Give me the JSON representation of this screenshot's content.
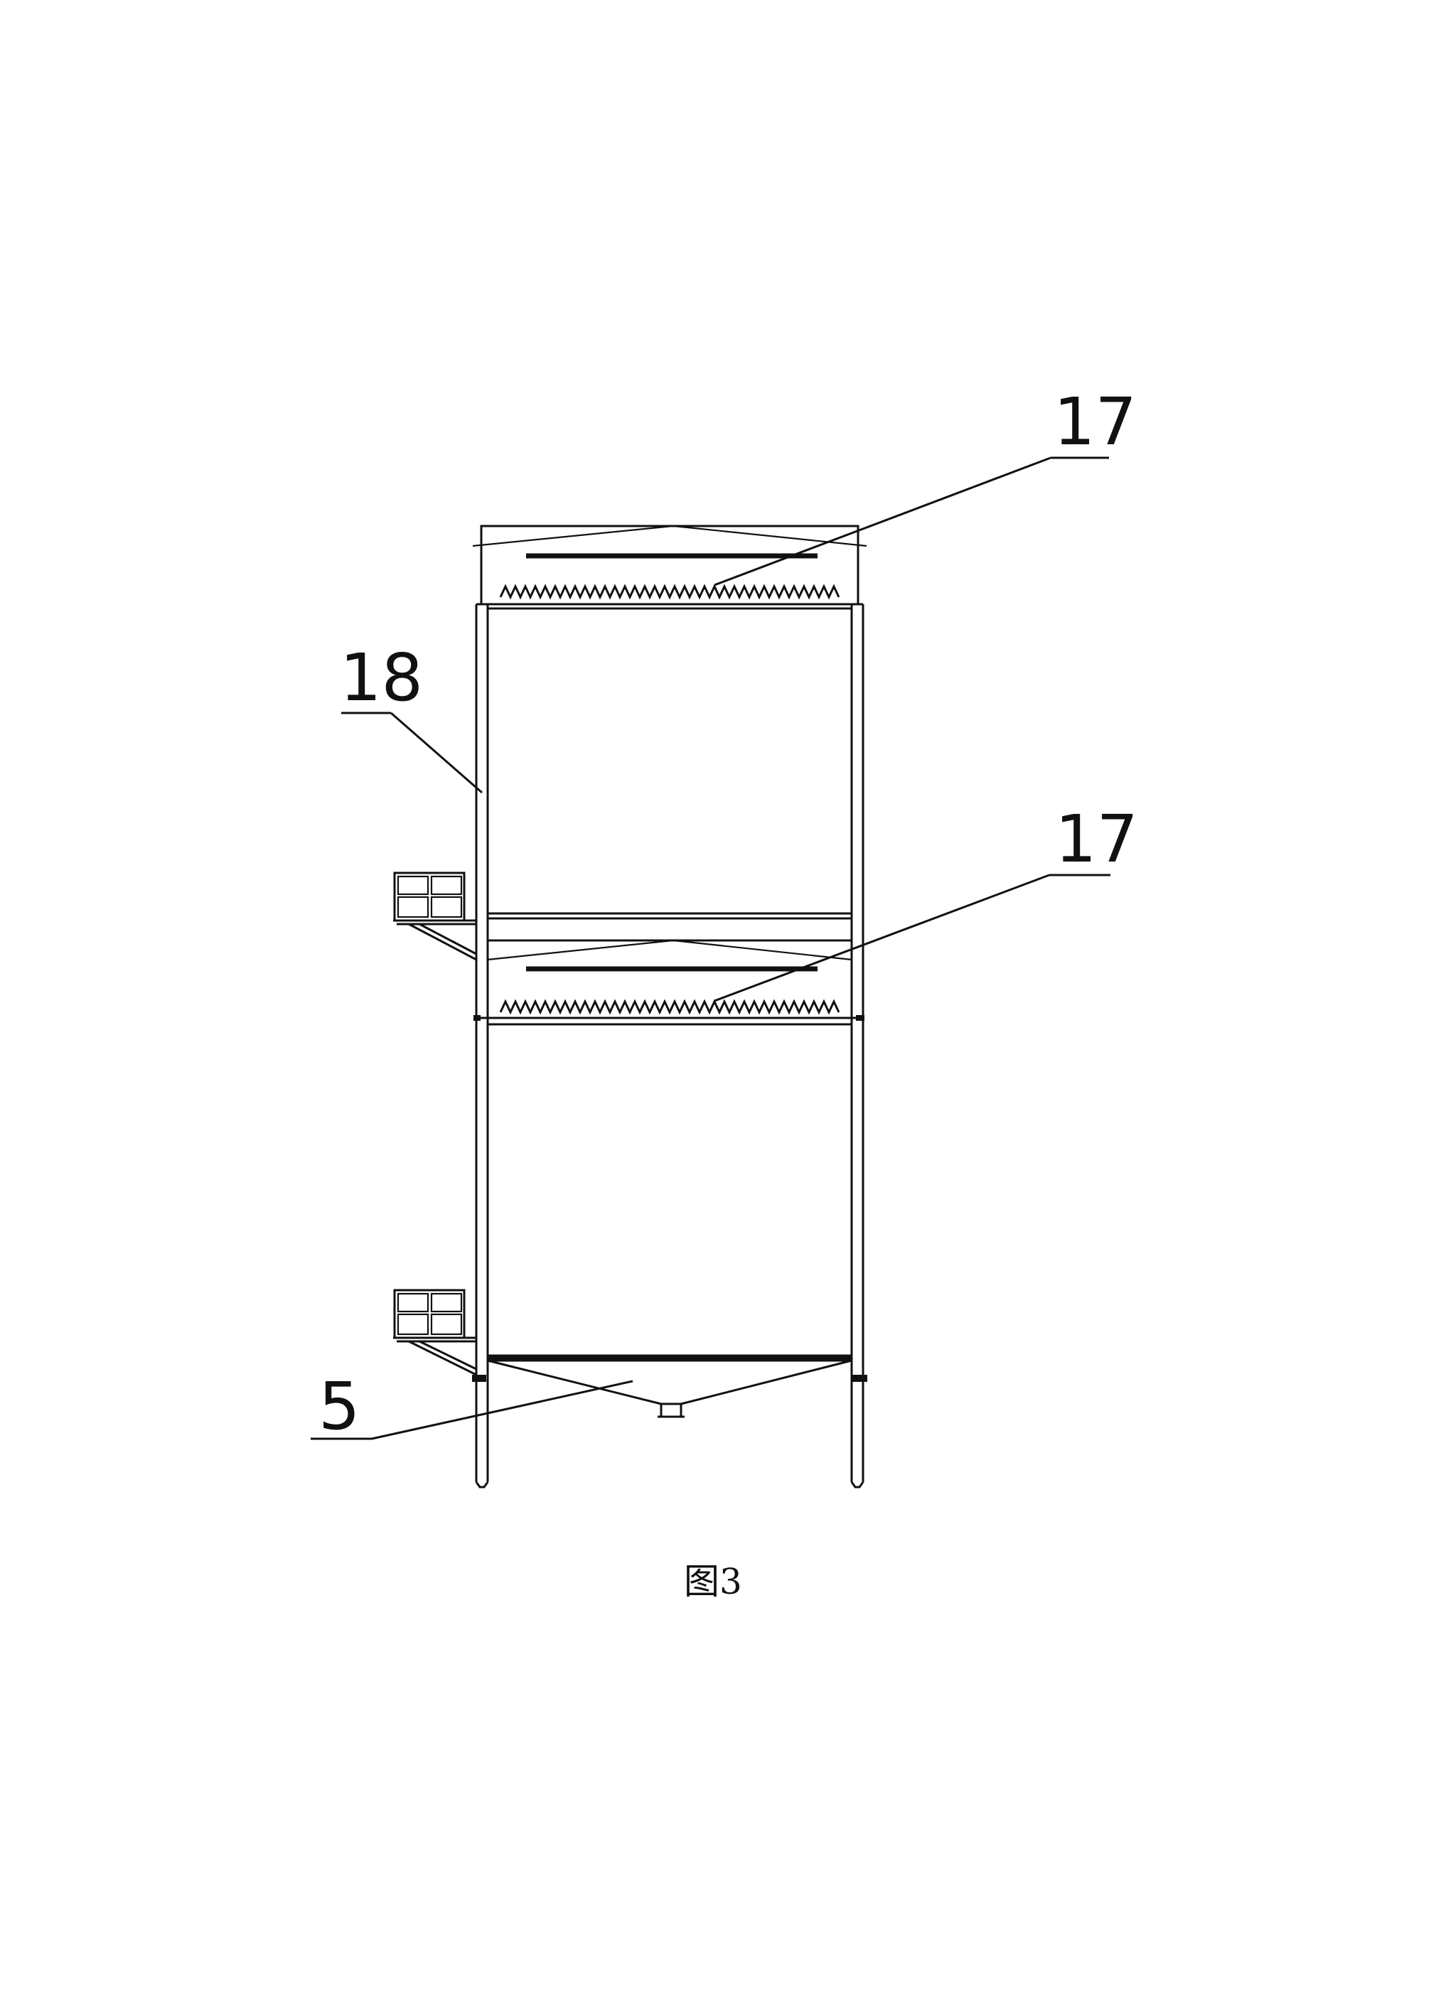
{
  "figure": {
    "caption": "图3"
  },
  "labels": {
    "label_17_top": "17",
    "label_18": "18",
    "label_17_mid": "17",
    "label_5": "5"
  }
}
